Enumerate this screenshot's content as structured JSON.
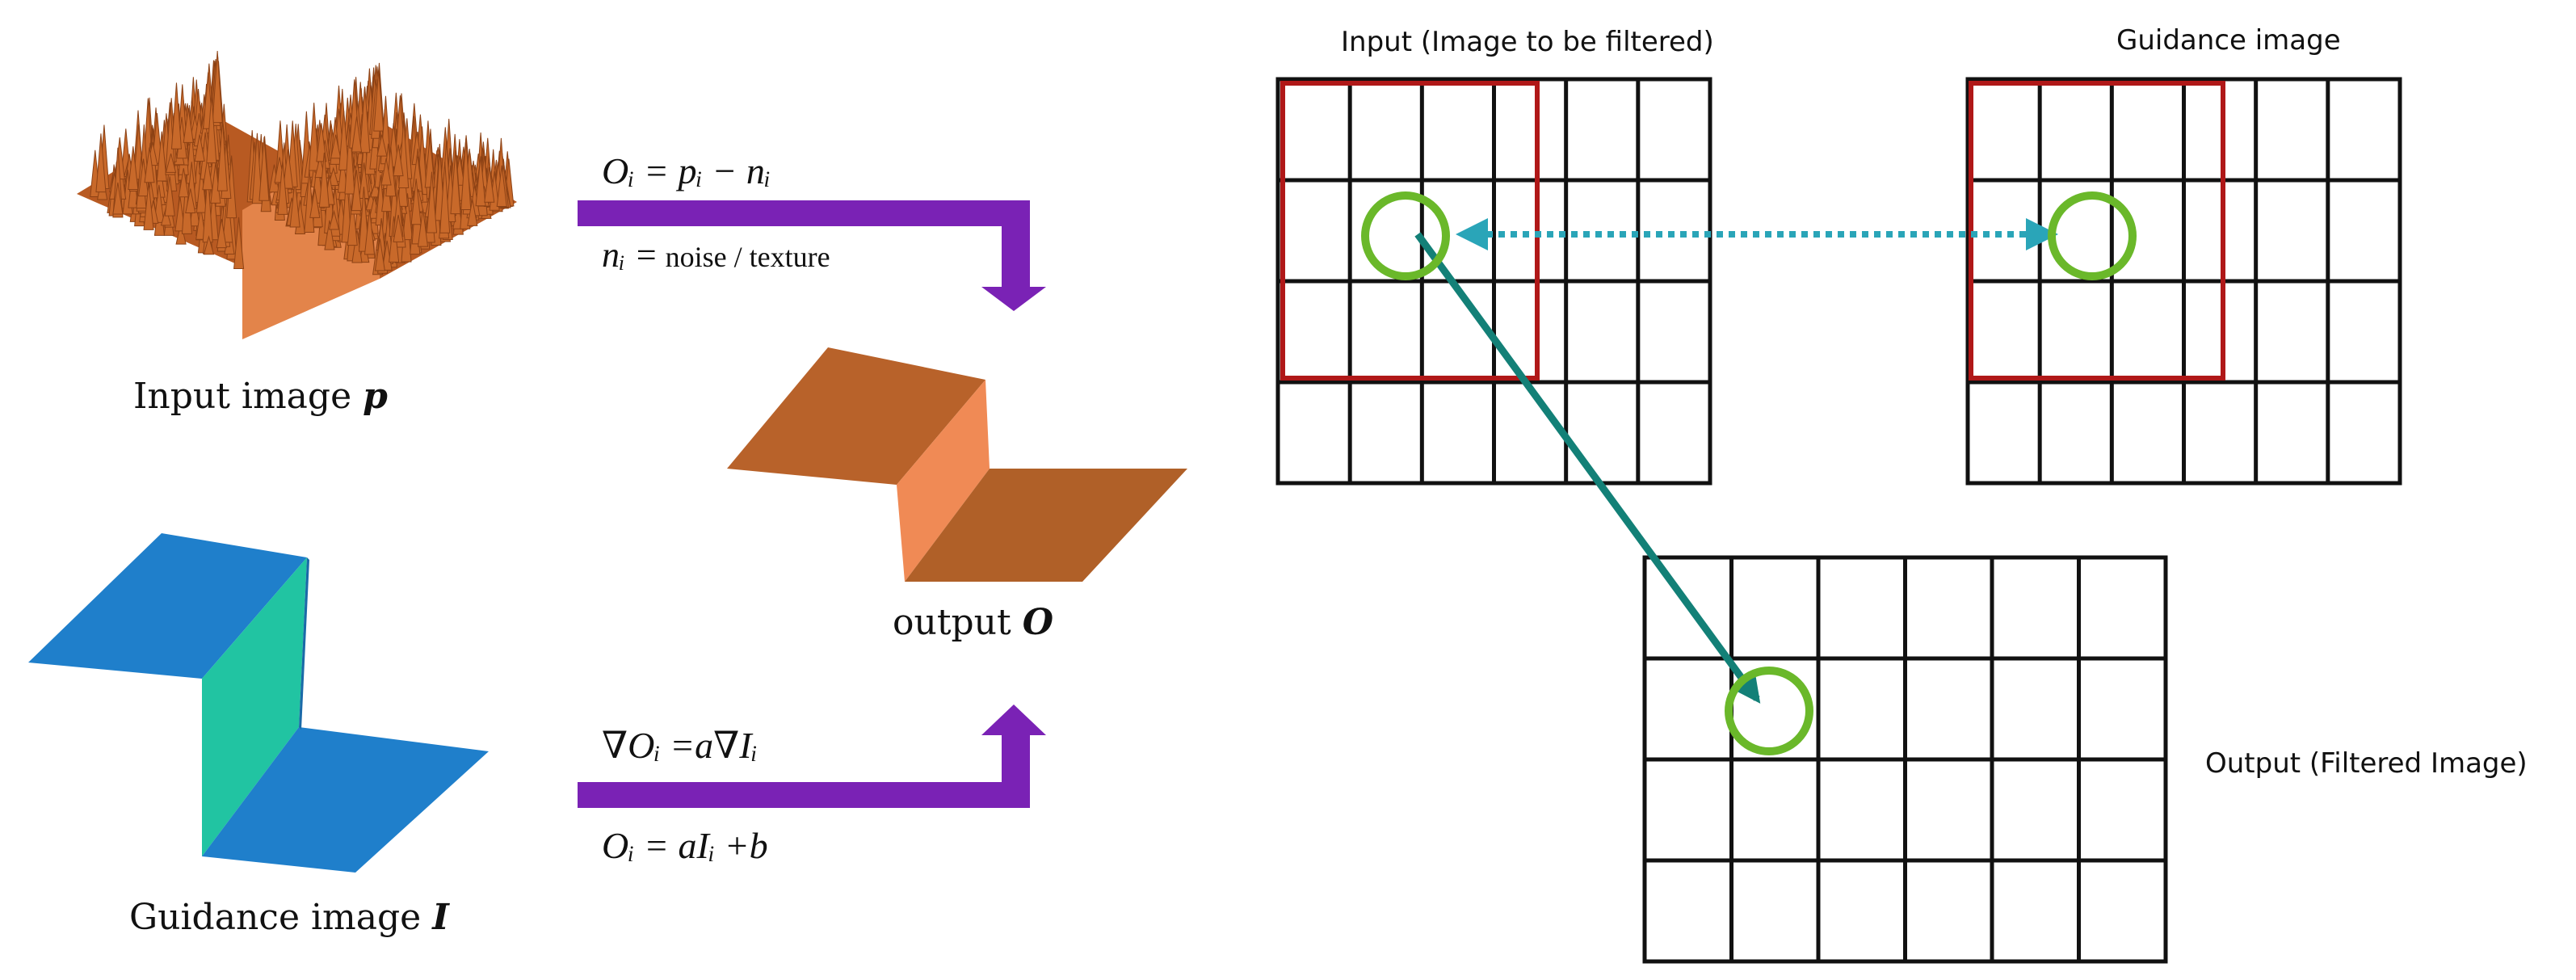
{
  "left_panel": {
    "input_caption_text": "Input image ",
    "input_caption_symbol": "p",
    "guidance_caption_text": "Guidance image ",
    "guidance_caption_symbol": "I",
    "output_caption_text": "output ",
    "output_caption_symbol": "O",
    "eq_top_1": "Oᵢ = pᵢ − nᵢ",
    "eq_top_2_lhs": "nᵢ =",
    "eq_top_2_rhs": " noise / texture",
    "eq_bottom_1": "∇Oᵢ =a∇Iᵢ",
    "eq_bottom_2": "Oᵢ = aIᵢ +b"
  },
  "right_panel": {
    "input_grid_title": "Input (Image to be filtered)",
    "guidance_grid_title": "Guidance image",
    "output_grid_title": "Output (Filtered Image)"
  },
  "colors": {
    "noisy_surface": "#c8692a",
    "output_surface": "#b8622a",
    "output_face": "#f08a55",
    "guidance_surface": "#1f7fcb",
    "guidance_face": "#21c4a2",
    "arrow_purple": "#7a22b5",
    "window_red": "#b01818",
    "circle_green": "#6ab82a",
    "arrow_teal": "#138077",
    "dotted_teal": "#2aa5b8"
  }
}
